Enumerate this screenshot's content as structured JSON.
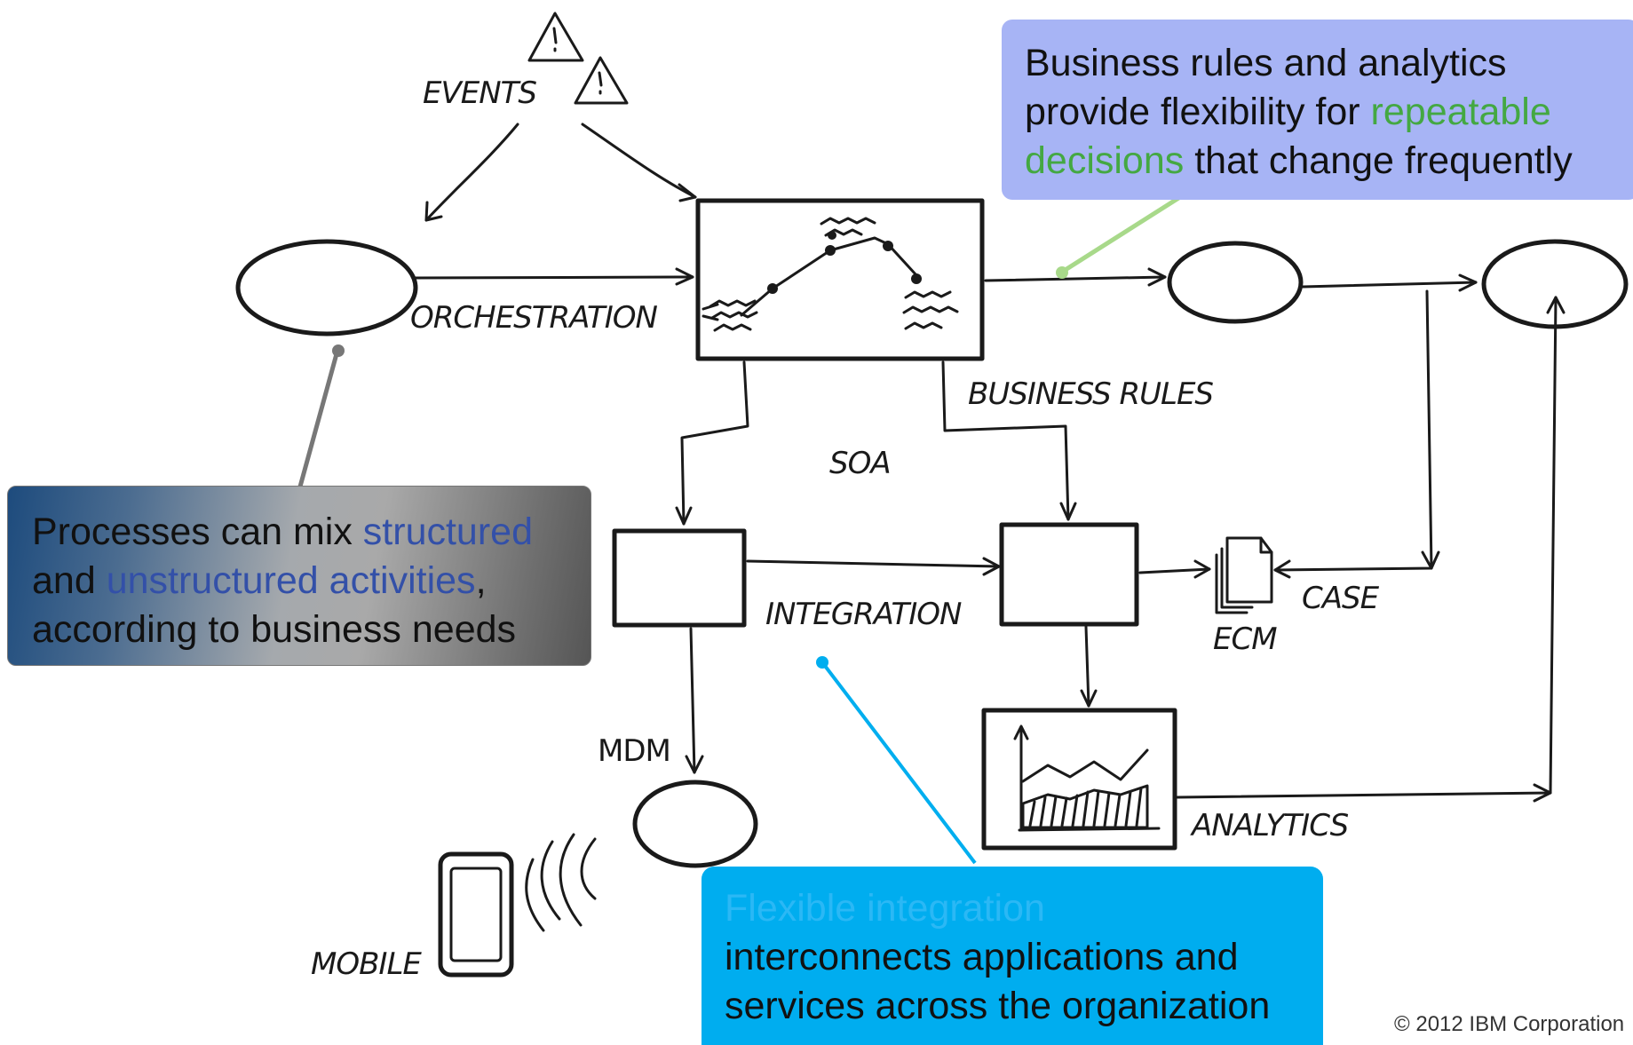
{
  "labels": {
    "events": "EVENTS",
    "orchestration": "ORCHESTRATION",
    "business_rules": "BUSINESS RULES",
    "soa": "SOA",
    "integration": "INTEGRATION",
    "case": "CASE",
    "ecm": "ECM",
    "mdm": "MDM",
    "analytics": "ANALYTICS",
    "mobile": "MOBILE"
  },
  "callouts": {
    "rules": {
      "line1": "Business rules and analytics",
      "line2_pre": "provide flexibility for ",
      "line2_hl": "repeatable",
      "line3_hl": "decisions",
      "line3_post": " that change frequently"
    },
    "processes": {
      "line1_pre": "Processes can mix ",
      "line1_hl": "structured",
      "line2_pre": "and ",
      "line2_hl": "unstructured activities",
      "line2_post": ",",
      "line3": "according to business needs"
    },
    "integration": {
      "line1_hl": "Flexible integration",
      "line2": "interconnects applications and",
      "line3": "services across the organization"
    }
  },
  "colors": {
    "rules_bg": "#a7b4f5",
    "rules_highlight": "#44a842",
    "processes_highlight": "#3350a8",
    "integration_bg": "#00adef",
    "rules_connector": "#a8d98a",
    "processes_connector": "#777777",
    "integration_connector": "#00aeef"
  },
  "footer": {
    "copyright": "© 2012 IBM Corporation"
  }
}
